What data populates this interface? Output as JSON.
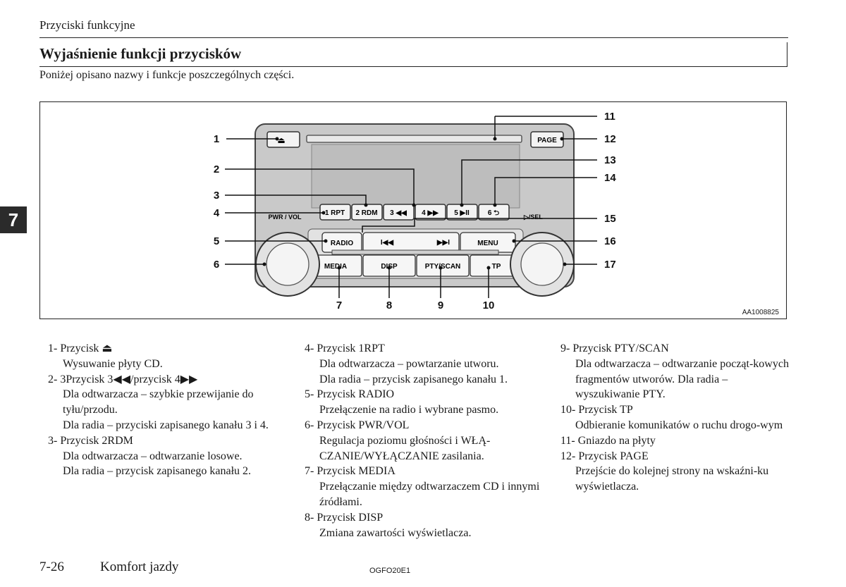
{
  "header": {
    "section_title": "Przyciski funkcyjne"
  },
  "title": "Wyjaśnienie funkcji przycisków",
  "intro": "Poniżej opisano nazwy i funkcje poszczególnych części.",
  "chapter_tab": "7",
  "figure": {
    "code": "AA1008825",
    "buttons": {
      "eject": "⏏",
      "page": "PAGE",
      "b1": "1 RPT",
      "b2": "2 RDM",
      "b3": "3 ◀◀",
      "b4": "4 ▶▶",
      "b5": "5 ▶II",
      "b6": "6 ⮌",
      "radio": "RADIO",
      "menu": "MENU",
      "prev": "I◀◀",
      "next": "▶▶I",
      "media": "MEDIA",
      "disp": "DISP",
      "ptyscan": "PTY/SCAN",
      "tp": "TP",
      "pwrvol": "PWR / VOL",
      "sel": "▷/SEL"
    },
    "callouts": [
      "1",
      "2",
      "3",
      "4",
      "5",
      "6",
      "7",
      "8",
      "9",
      "10",
      "11",
      "12",
      "13",
      "14",
      "15",
      "16",
      "17"
    ]
  },
  "items": {
    "i1": {
      "head": "1- Przycisk ⏏",
      "desc": "Wysuwanie płyty CD."
    },
    "i2": {
      "head": "2- 3Przycisk 3◀◀/przycisk 4▶▶",
      "desc": "Dla odtwarzacza – szybkie przewijanie do tyłu/przodu.",
      "desc2": "Dla radia – przyciski zapisanego kanału 3 i 4."
    },
    "i3": {
      "head": "3- Przycisk 2RDM",
      "desc": "Dla odtwarzacza – odtwarzanie losowe.",
      "desc2": "Dla radia – przycisk zapisanego kanału 2."
    },
    "i4": {
      "head": "4- Przycisk 1RPT",
      "desc": "Dla odtwarzacza – powtarzanie utworu.",
      "desc2": "Dla radia – przycisk zapisanego kanału 1."
    },
    "i5": {
      "head": "5- Przycisk RADIO",
      "desc": "Przełączenie na radio i wybrane pasmo."
    },
    "i6": {
      "head": "6- Przycisk PWR/VOL",
      "desc": "Regulacja poziomu głośności i WŁĄ-CZANIE/WYŁĄCZANIE zasilania."
    },
    "i7": {
      "head": "7- Przycisk MEDIA",
      "desc": "Przełączanie między odtwarzaczem CD i innymi źródłami."
    },
    "i8": {
      "head": "8- Przycisk DISP",
      "desc": "Zmiana zawartości wyświetlacza."
    },
    "i9": {
      "head": "9- Przycisk PTY/SCAN",
      "desc": "Dla odtwarzacza – odtwarzanie począt-kowych fragmentów utworów. Dla radia – wyszukiwanie PTY."
    },
    "i10": {
      "head": "10- Przycisk TP",
      "desc": "Odbieranie komunikatów o ruchu drogo-wym"
    },
    "i11": {
      "head": "11- Gniazdo na płyty"
    },
    "i12": {
      "head": "12- Przycisk PAGE",
      "desc": "Przejście do kolejnej strony na wskaźni-ku wyświetlacza."
    }
  },
  "footer": {
    "page_number": "7-26",
    "section": "Komfort jazdy",
    "code": "OGFO20E1"
  }
}
